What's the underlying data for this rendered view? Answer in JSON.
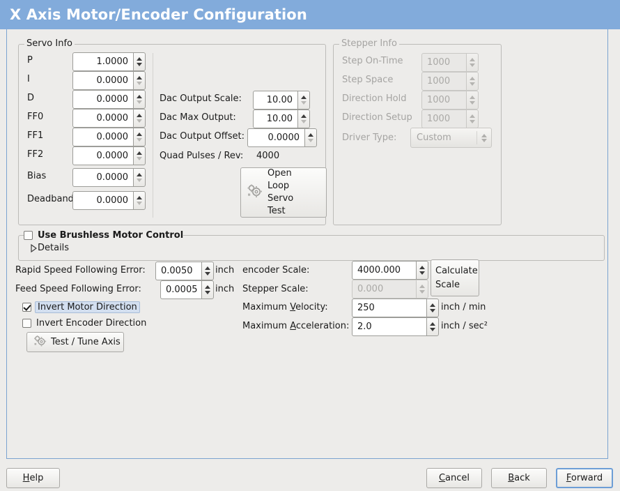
{
  "window": {
    "title": "X Axis Motor/Encoder Configuration",
    "title_bg": "#82abdb",
    "title_fg": "#ffffff",
    "panel_border": "#7ba3d0",
    "background": "#edecea"
  },
  "servo_info": {
    "frame_title": "Servo Info",
    "rows": [
      {
        "label": "P",
        "value": "1.0000"
      },
      {
        "label": "I",
        "value": "0.0000"
      },
      {
        "label": "D",
        "value": "0.0000"
      },
      {
        "label": "FF0",
        "value": "0.0000"
      },
      {
        "label": "FF1",
        "value": "0.0000"
      },
      {
        "label": "FF2",
        "value": "0.0000"
      },
      {
        "label": "Bias",
        "value": "0.0000"
      },
      {
        "label": "Deadband",
        "value": "0.0000"
      }
    ],
    "dac": [
      {
        "label": "Dac Output Scale:",
        "value": "10.00"
      },
      {
        "label": "Dac Max Output:",
        "value": "10.00"
      },
      {
        "label": "Dac Output Offset:",
        "value": "0.0000"
      }
    ],
    "quad_pulses_label": "Quad Pulses / Rev:",
    "quad_pulses_value": "4000",
    "open_loop_button": {
      "icon": "gears-icon",
      "line1": "Open",
      "line2": "Loop",
      "line3": "Servo",
      "line4": "Test"
    }
  },
  "stepper_info": {
    "frame_title": "Stepper Info",
    "disabled": true,
    "rows": [
      {
        "label": "Step On-Time",
        "value": "1000"
      },
      {
        "label": "Step Space",
        "value": "1000"
      },
      {
        "label": "Direction Hold",
        "value": "1000"
      },
      {
        "label": "Direction Setup",
        "value": "1000"
      }
    ],
    "driver_type_label": "Driver Type:",
    "driver_type_value": "Custom"
  },
  "brushless": {
    "checkbox_label": "Use Brushless Motor Control",
    "checked": false,
    "details_label": "Details",
    "details_expanded": false
  },
  "following_error": {
    "rapid_label": "Rapid Speed Following Error:",
    "rapid_value": "0.0050",
    "rapid_unit": "inch",
    "feed_label": "Feed Speed Following Error:",
    "feed_value": "0.0005",
    "feed_unit": "inch"
  },
  "inversion": {
    "motor_label": "Invert Motor Direction",
    "motor_checked": true,
    "motor_focused": true,
    "encoder_label": "Invert Encoder Direction",
    "encoder_checked": false,
    "test_tune_button": "Test / Tune Axis",
    "test_tune_icon": "gears-icon"
  },
  "scales": {
    "encoder_label": "encoder Scale:",
    "encoder_value": "4000.000",
    "stepper_label": "Stepper Scale:",
    "stepper_value": "0.000",
    "stepper_disabled": true,
    "calculate_button_line1": "Calculate",
    "calculate_button_line2": "Scale",
    "max_velocity_label_pre": "Maximum ",
    "max_velocity_label_mn": "V",
    "max_velocity_label_post": "elocity:",
    "max_velocity_value": "250",
    "max_velocity_unit": "inch / min",
    "max_accel_label_pre": "Maximum ",
    "max_accel_label_mn": "A",
    "max_accel_label_post": "cceleration:",
    "max_accel_value": "2.0",
    "max_accel_unit": "inch / sec²"
  },
  "actions": {
    "help_pre": "",
    "help_mn": "H",
    "help_post": "elp",
    "cancel_pre": "",
    "cancel_mn": "C",
    "cancel_post": "ancel",
    "back_pre": "",
    "back_mn": "B",
    "back_post": "ack",
    "forward_pre": "",
    "forward_mn": "F",
    "forward_post": "orward"
  }
}
